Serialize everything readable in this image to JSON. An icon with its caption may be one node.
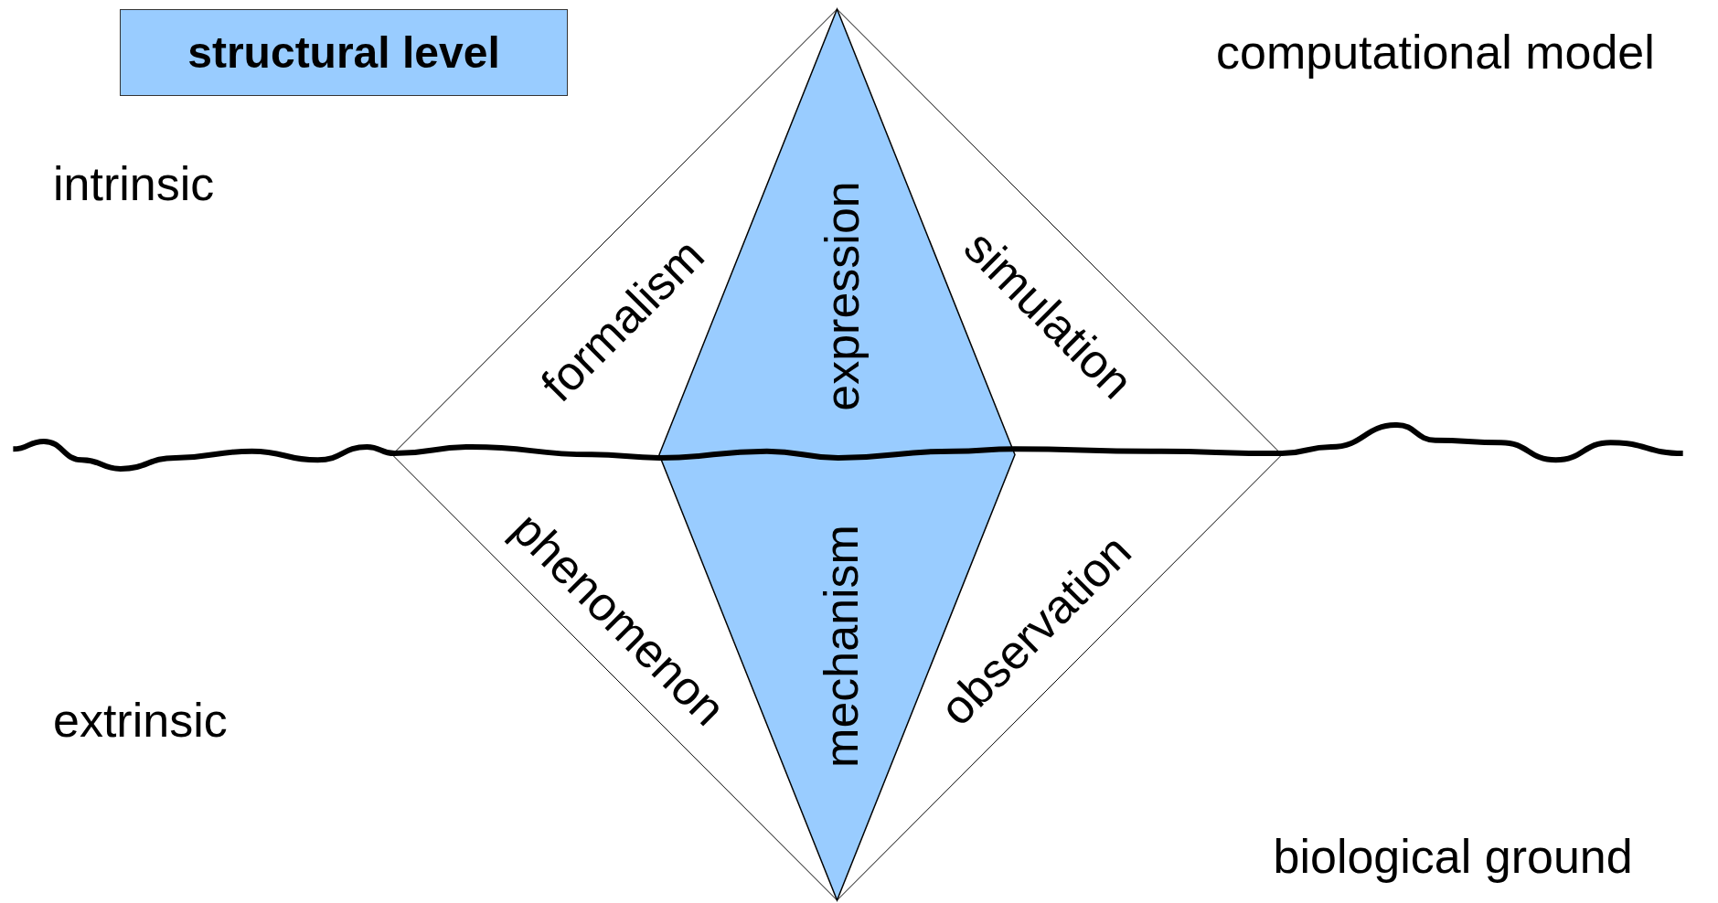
{
  "diagram": {
    "nodes": [
      {
        "text": [
          "structural level"
        ]
      },
      {
        "text": [
          "formalism",
          "simulation",
          "phenomenon",
          "observation"
        ]
      },
      {
        "text": [
          "expression",
          "mechanism"
        ],
        "in": 1
      }
    ],
    "edges": [],
    "labels": [
      "computational model",
      "intrinsic",
      "extrinsic",
      "biological ground"
    ]
  }
}
